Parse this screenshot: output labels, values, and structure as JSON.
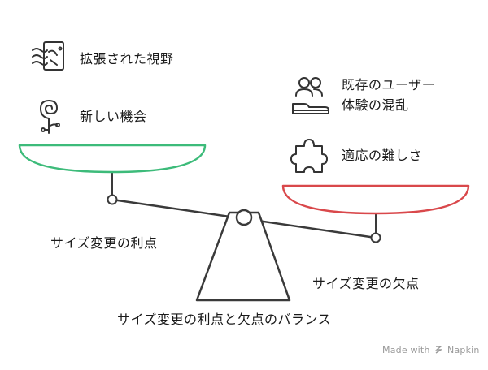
{
  "left_items": [
    {
      "label": "拡張された視野",
      "icon": "sensor-panel-icon"
    },
    {
      "label": "新しい機会",
      "icon": "sprout-icon"
    }
  ],
  "right_items": [
    {
      "label_lines": [
        "既存のユーザー",
        "体験の混乱"
      ],
      "icon": "users-shoe-icon"
    },
    {
      "label": "適応の難しさ",
      "icon": "puzzle-icon"
    }
  ],
  "left_caption": "サイズ変更の利点",
  "right_caption": "サイズ変更の欠点",
  "title": "サイズ変更の利点と欠点のバランス",
  "watermark": {
    "prefix": "Made with",
    "brand": "Napkin"
  },
  "colors": {
    "left_pan": "#3dbb7a",
    "right_pan": "#d9484b",
    "line": "#3a3a3a",
    "pan_fill": "#ffffff"
  }
}
